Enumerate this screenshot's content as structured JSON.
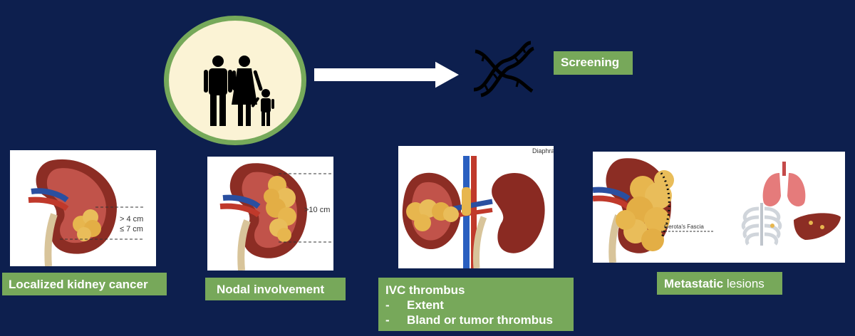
{
  "screening": {
    "label": "Screening"
  },
  "panels": [
    {
      "caption": "Localized kidney cancer",
      "size_upper": "> 4 cm",
      "size_lower": "≤ 7 cm"
    },
    {
      "caption": "Nodal involvement",
      "size": ">10 cm"
    },
    {
      "caption_title": "IVC thrombus",
      "bullet_dash": "-",
      "bullets": [
        "Extent",
        "Bland or tumor thrombus"
      ],
      "corner_text": "Diaphra"
    },
    {
      "caption_bold": "Metastatic",
      "caption_rest": " lesions",
      "fascia_label": "Gerota's Fascia"
    }
  ],
  "colors": {
    "background": "#0d1f4e",
    "label_green": "#77a85a",
    "circle_fill": "#fbf3d5",
    "circle_border": "#76a95a"
  },
  "icons": [
    "family-icon",
    "arrow-right-icon",
    "dna-icon",
    "kidney-icon",
    "tumor-icon",
    "lungs-icon",
    "ribcage-icon",
    "liver-icon"
  ]
}
